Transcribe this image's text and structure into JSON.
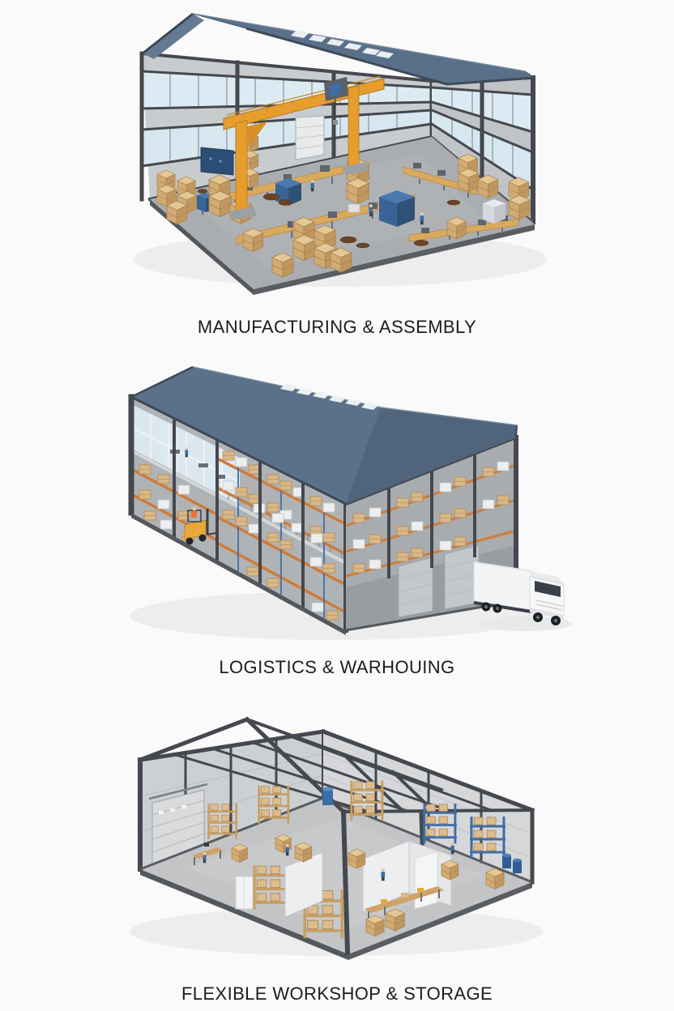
{
  "page": {
    "background_color": "#fafafa",
    "caption_color": "#1c1c1c"
  },
  "sections": [
    {
      "id": "manufacturing-assembly",
      "caption": "MANUFACTURING & ASSEMBLY",
      "description": "Isometric cutaway render of a steel-frame production hall with two rows of clerestory windows, a yellow portal gantry crane, assembly conveyor lines, blue machines and stacked wooden crates on a gray concrete floor under a slate-blue roof with skylights."
    },
    {
      "id": "logistics-warehousing",
      "caption": "LOGISTICS & WARHOUING",
      "description": "Isometric cutaway render of a two-storey warehouse under a slate-blue gable roof: orange pallet racking filled with cardboard boxes and shrink-wrapped pallets, a glazed mezzanine office with walkway railing, a yellow forklift, loading-dock doors and a white box truck docked at the right."
    },
    {
      "id": "flexible-workshop-storage",
      "caption": "FLEXIBLE WORKSHOP & STORAGE",
      "description": "Isometric render of an open steel-skeleton workshop with partial gray perimeter walls, a roller shutter door, exposed roof beams, wooden and blue shelving racks with boxes, white partition walls, work benches, blue drums and workers."
    }
  ],
  "palette": {
    "roof_blue": "#5b7189",
    "steel_dark": "#45484e",
    "wall_gray": "#c9cccf",
    "window_blue": "#dcebf3",
    "floor_gray": "#aaadaf",
    "crate_tan": "#d9b888",
    "rack_orange": "#cd7c3c",
    "crane_orange": "#e79d2e",
    "machine_blue": "#3f6ea6",
    "forklift_yellow": "#e8a93a",
    "truck_white": "#f3f4f5"
  }
}
